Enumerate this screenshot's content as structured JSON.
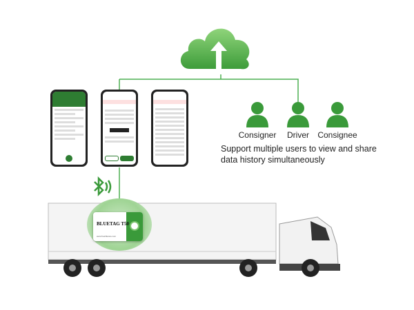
{
  "users": [
    {
      "label": "Consigner",
      "icon": "user-icon"
    },
    {
      "label": "Driver",
      "icon": "user-icon"
    },
    {
      "label": "Consignee",
      "icon": "user-icon"
    }
  ],
  "caption": {
    "line1": "Support multiple users to view and share",
    "line2": "data history simultaneously"
  },
  "device": {
    "name": "BLUETAG T50",
    "website": "www.freshliance.com"
  },
  "colors": {
    "brand_green": "#3a9a3a",
    "line_green": "#4caf50",
    "cloud_green": "#66bb55"
  }
}
